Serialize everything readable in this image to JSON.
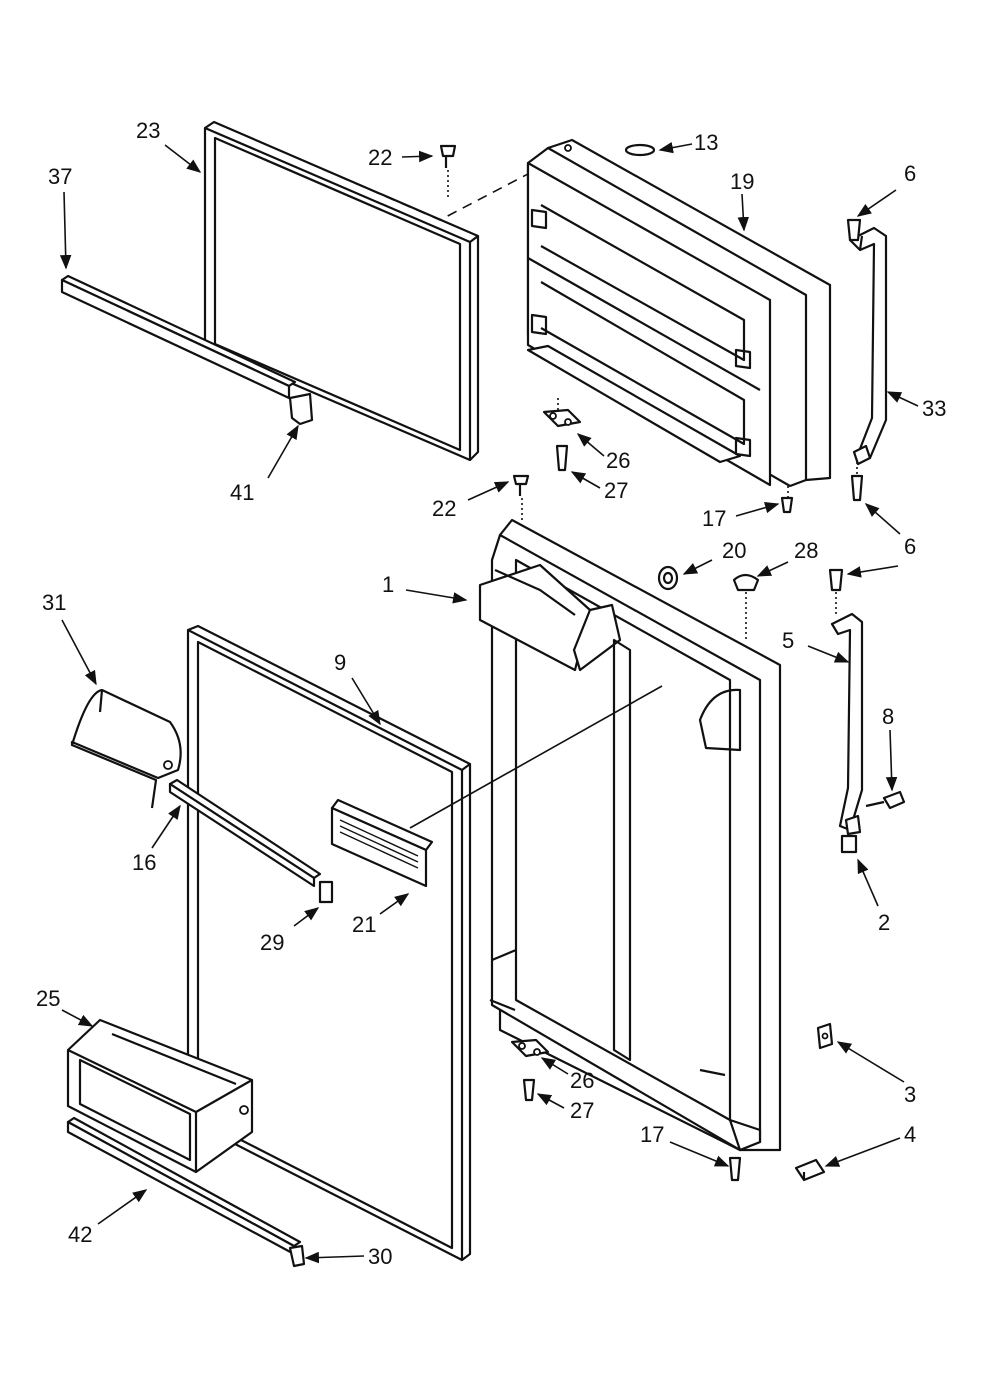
{
  "diagram": {
    "callouts": [
      "23",
      "37",
      "22",
      "13",
      "19",
      "6",
      "33",
      "41",
      "26",
      "27",
      "22",
      "17",
      "6",
      "20",
      "28",
      "1",
      "31",
      "9",
      "5",
      "8",
      "16",
      "21",
      "29",
      "2",
      "25",
      "3",
      "26",
      "27",
      "17",
      "4",
      "42",
      "30"
    ]
  }
}
